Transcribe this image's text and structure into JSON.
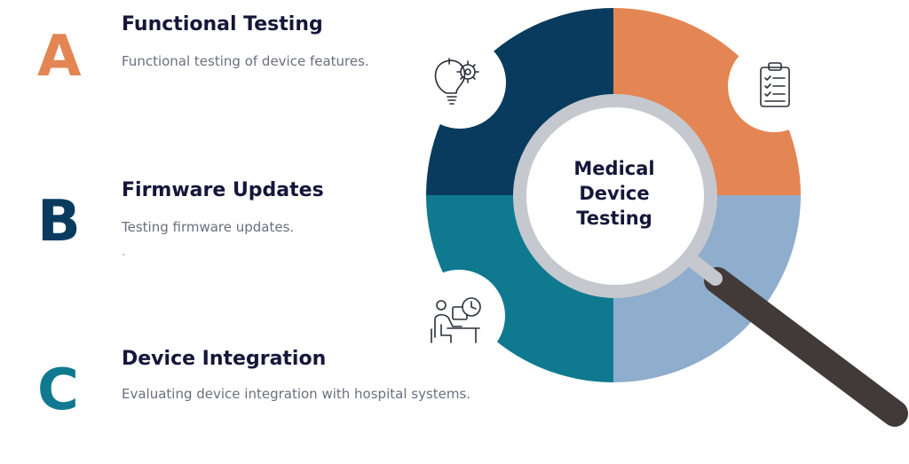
{
  "center": {
    "lines": [
      "Medical",
      "Device",
      "Testing"
    ]
  },
  "items": [
    {
      "letter": "A",
      "title": "Functional Testing",
      "description": "Functional testing of device features.",
      "color": "#e38653",
      "icon": "lightbulb-gear-icon"
    },
    {
      "letter": "B",
      "title": "Firmware Updates",
      "description": "Testing firmware updates.",
      "note": ".",
      "color": "#093b5e",
      "icon": "clipboard-checklist-icon"
    },
    {
      "letter": "C",
      "title": "Device Integration",
      "description": "Evaluating device integration with hospital systems.",
      "color": "#0f7a8f",
      "icon": "person-desk-clock-icon"
    }
  ],
  "colors": {
    "top_left": "#093b5e",
    "top_right": "#e38653",
    "bottom_left": "#0f7a8f",
    "bottom_right": "#8fadcc",
    "lens_ring": "#c5c8ce",
    "handle": "#423a38",
    "title_text": "#16163a"
  }
}
